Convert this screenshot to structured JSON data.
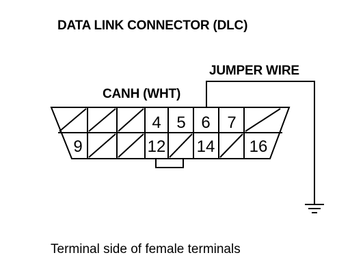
{
  "title": "DATA LINK CONNECTOR (DLC)",
  "jumper_label": "JUMPER WIRE",
  "canh_label": "CANH (WHT)",
  "caption": "Terminal side of female terminals",
  "connector": {
    "top_row_pins": [
      "4",
      "5",
      "6",
      "7"
    ],
    "bottom_row_pins": [
      "9",
      "12",
      "14",
      "16"
    ]
  }
}
